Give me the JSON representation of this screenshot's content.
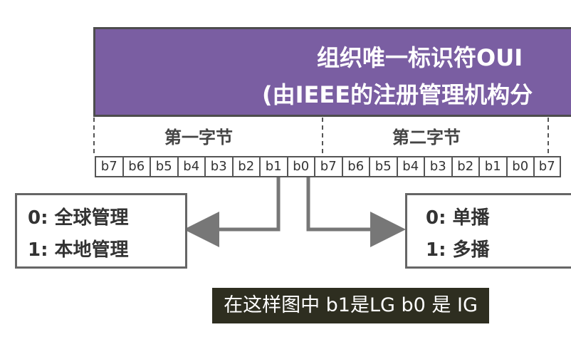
{
  "oui": {
    "title": "组织唯一标识符OUI",
    "subtitle": "(由IEEE的注册管理机构分"
  },
  "bytes": {
    "first": "第一字节",
    "second": "第二字节"
  },
  "bits": [
    "b7",
    "b6",
    "b5",
    "b4",
    "b3",
    "b2",
    "b1",
    "b0",
    "b7",
    "b6",
    "b5",
    "b4",
    "b3",
    "b2",
    "b1",
    "b0",
    "b7"
  ],
  "left_box": {
    "line1": "0: 全球管理",
    "line2": "1: 本地管理"
  },
  "right_box": {
    "line1": "0: 单播",
    "line2": "1: 多播"
  },
  "caption": "在这样图中 b1是LG  b0 是 IG",
  "colors": {
    "oui_fill": "#7a5ea2",
    "caption_bg": "#2e2e20"
  }
}
